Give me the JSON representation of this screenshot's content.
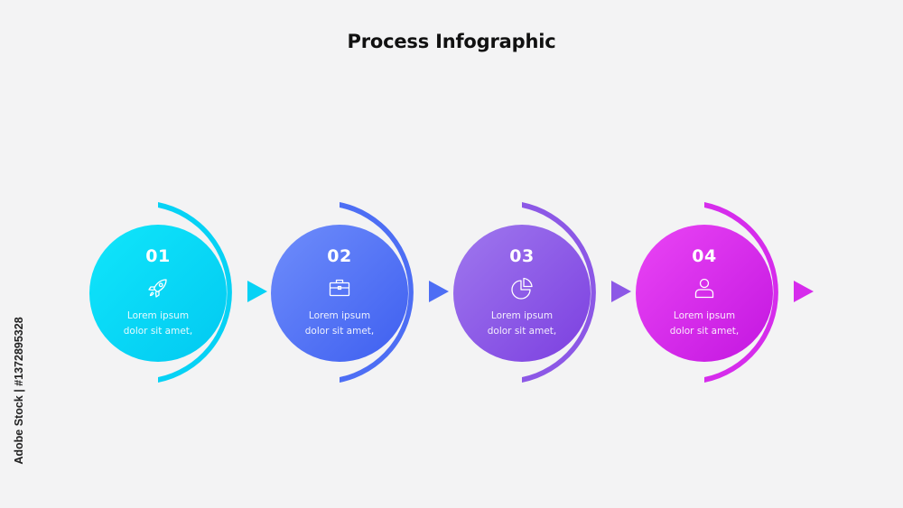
{
  "title": "Process Infographic",
  "steps": [
    {
      "number": "01",
      "icon": "rocket-icon",
      "line1": "Lorem ipsum",
      "line2": "dolor sit amet,",
      "color_a": "#10e6fb",
      "color_b": "#02c9f1"
    },
    {
      "number": "02",
      "icon": "briefcase-icon",
      "line1": "Lorem ipsum",
      "line2": "dolor sit amet,",
      "color_a": "#6f8dfb",
      "color_b": "#3e5ff0"
    },
    {
      "number": "03",
      "icon": "pie-chart-icon",
      "line1": "Lorem ipsum",
      "line2": "dolor sit amet,",
      "color_a": "#9f78ee",
      "color_b": "#7c3fe0"
    },
    {
      "number": "04",
      "icon": "user-icon",
      "line1": "Lorem ipsum",
      "line2": "dolor sit amet,",
      "color_a": "#ea45f5",
      "color_b": "#c316e0"
    }
  ],
  "watermark": {
    "credit": "Adobe Stock | #1372895328"
  }
}
